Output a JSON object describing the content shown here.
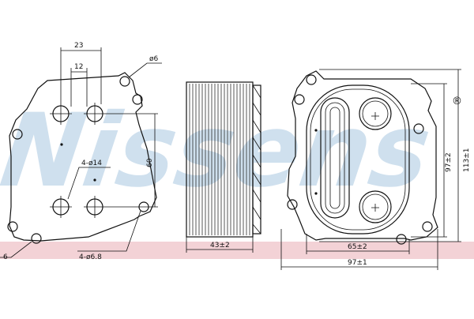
{
  "watermark": {
    "brand": "Nissens",
    "registered": "®",
    "stripe_color": "#f3d2d6",
    "text_color": "#cfe0ee"
  },
  "dimensions": {
    "d23": "23",
    "d12": "12",
    "d6": "ø6",
    "d60": "60",
    "holes14": "4-ø14",
    "holes6_8": "4-ø6.8",
    "left6": "6",
    "d43": "43±2",
    "d65": "65±2",
    "d97w": "97±1",
    "d97h": "97±2",
    "d113": "113±1"
  }
}
